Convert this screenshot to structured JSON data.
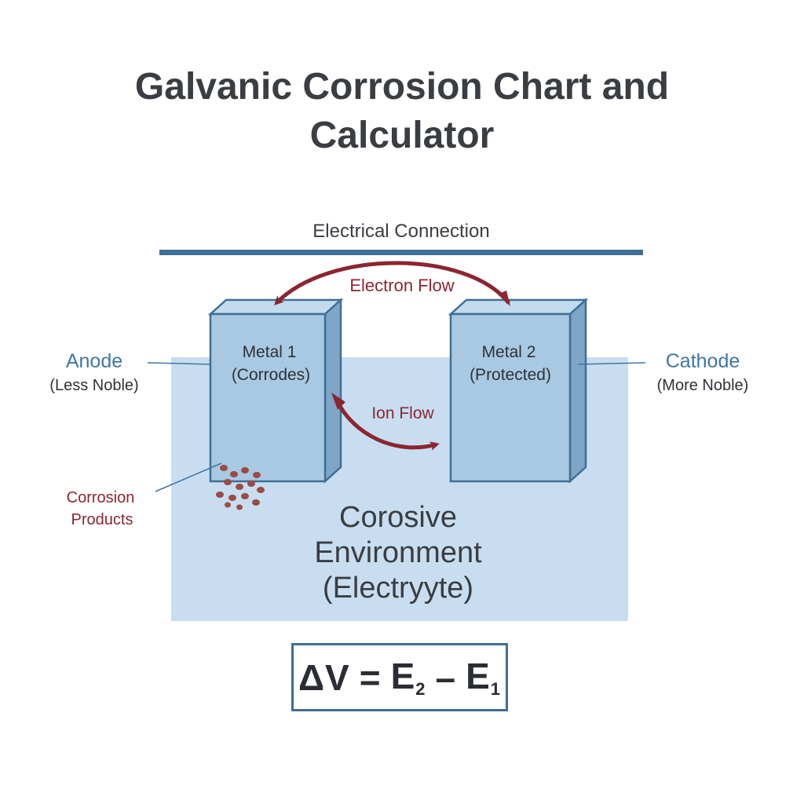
{
  "title": {
    "line1": "Galvanic Corrosion Chart and",
    "line2": "Calculator"
  },
  "labels": {
    "electrical_connection": "Electrical Connection",
    "electron_flow": "Electron Flow",
    "ion_flow": "Ion Flow",
    "metal1_line1": "Metal 1",
    "metal1_line2": "(Corrodes)",
    "metal2_line1": "Metal 2",
    "metal2_line2": "(Protected)",
    "anode": "Anode",
    "anode_sub": "(Less Noble)",
    "cathode": "Cathode",
    "cathode_sub": "(More Noble)",
    "corrosion_line1": "Corrosion",
    "corrosion_line2": "Products",
    "env_line1": "Corosive",
    "env_line2": "Environment",
    "env_line3": "(Electryyte)"
  },
  "formula": {
    "lhs": "ΔV",
    "equals": "=",
    "e2": "E",
    "e2_sub": "2",
    "minus": "–",
    "e1": "E",
    "e1_sub": "1"
  },
  "colors": {
    "title": "#3a3d42",
    "blue_label": "#3f76a3",
    "red_accent": "#8b2630",
    "electrolyte": "#c8def0",
    "metal_front": "#a9c9e3",
    "metal_edge": "#3f6f95",
    "connection_bar": "#3f6f95"
  }
}
